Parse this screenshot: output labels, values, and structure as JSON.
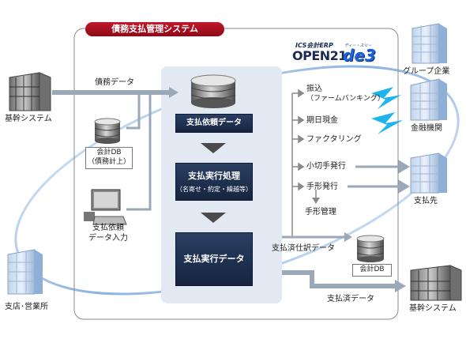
{
  "title": "債務支払管理システム",
  "logo": {
    "top": "ICS会計ERP",
    "main": "OPEN21",
    "mark": "de3",
    "reading": "ディー・スリー"
  },
  "left": {
    "core_system": "基幹システム",
    "debt_data": "債務データ",
    "accounting_db_line1": "会計DB",
    "accounting_db_line2": "（債務計上）",
    "pay_request_line1": "支払依頼",
    "pay_request_line2": "データ入力",
    "branch": "支店･営業所"
  },
  "center": {
    "pay_request_data": "支払依頼データ",
    "pay_exec_process": "支払実行処理",
    "pay_exec_sub": "（名寄せ・約定・繰越等）",
    "pay_exec_data": "支払実行データ"
  },
  "methods": {
    "transfer_line1": "振込",
    "transfer_line2": "（ファームバンキング）",
    "cash": "期日現金",
    "factoring": "ファクタリング",
    "check": "小切手発行",
    "bill": "手形発行",
    "bill_mgmt": "手形管理"
  },
  "outputs": {
    "journal_data": "支払済仕訳データ",
    "accounting_db": "会計DB",
    "paid_data": "支払済データ"
  },
  "right": {
    "group": "グループ企業",
    "bank": "金融機関",
    "payee": "支払先",
    "core_system": "基幹システム"
  }
}
